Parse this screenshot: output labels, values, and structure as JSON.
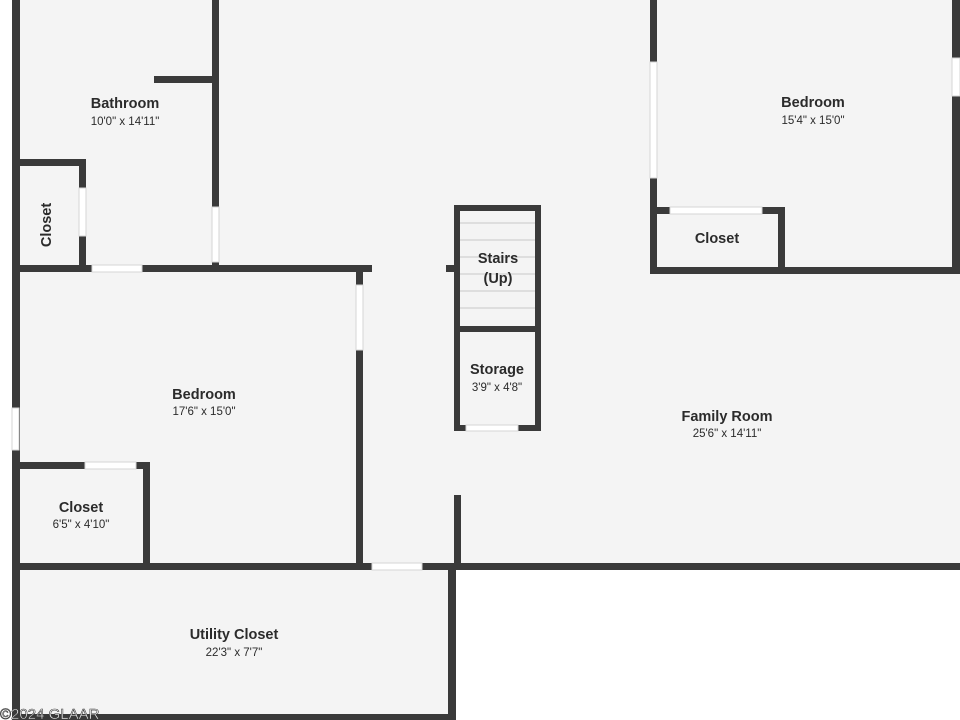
{
  "rooms": {
    "bathroom": {
      "name": "Bathroom",
      "size": "10'0\" x 14'11\""
    },
    "bath_closet": {
      "name": "Closet"
    },
    "bedroom_ne": {
      "name": "Bedroom",
      "size": "15'4\" x 15'0\""
    },
    "closet_ne": {
      "name": "Closet"
    },
    "stairs": {
      "name": "Stairs",
      "direction": "(Up)"
    },
    "storage": {
      "name": "Storage",
      "size": "3'9\" x 4'8\""
    },
    "bedroom_w": {
      "name": "Bedroom",
      "size": "17'6\" x 15'0\""
    },
    "closet_w": {
      "name": "Closet",
      "size": "6'5\" x 4'10\""
    },
    "family_room": {
      "name": "Family Room",
      "size": "25'6\" x 14'11\""
    },
    "utility_closet": {
      "name": "Utility Closet",
      "size": "22'3\" x 7'7\""
    }
  },
  "watermark": "©2024 GLAAR",
  "colors": {
    "wall": "#3a3a3a",
    "floor": "#f4f4f4",
    "background": "#ffffff"
  }
}
